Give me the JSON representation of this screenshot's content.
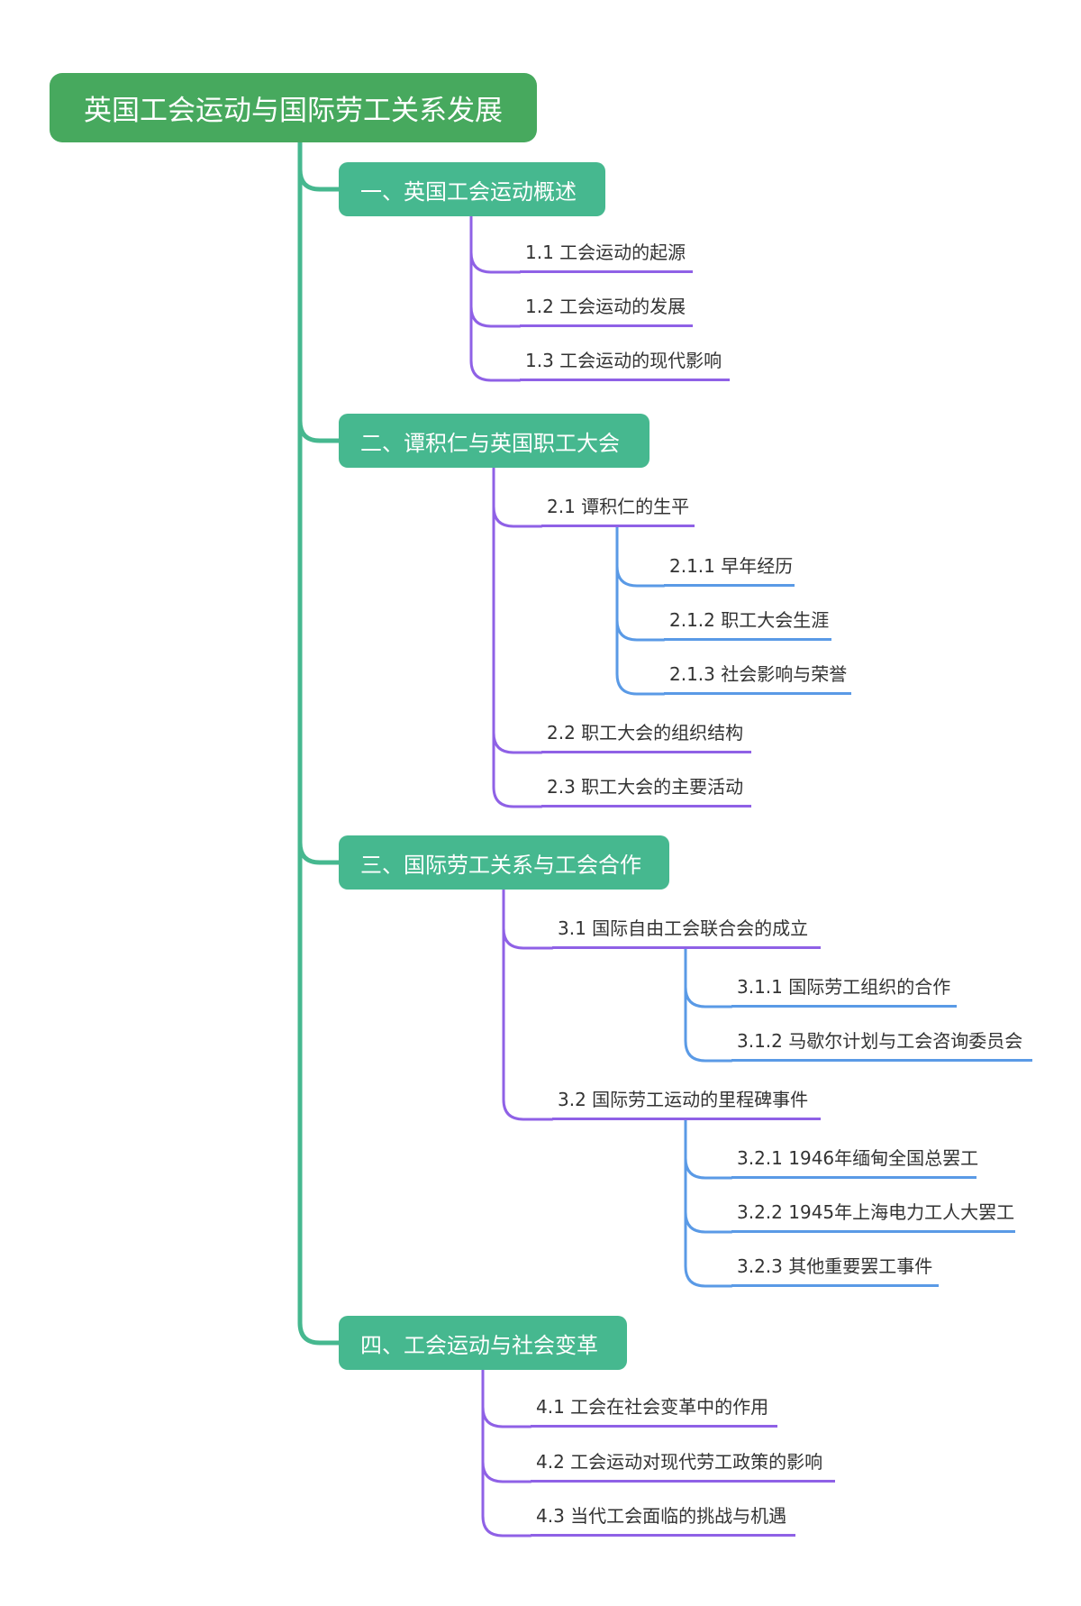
{
  "root": {
    "label": "英国工会运动与国际劳工关系发展"
  },
  "sections": [
    {
      "label": "一、英国工会运动概述",
      "children": [
        {
          "label": "1.1 工会运动的起源"
        },
        {
          "label": "1.2 工会运动的发展"
        },
        {
          "label": "1.3 工会运动的现代影响"
        }
      ]
    },
    {
      "label": "二、谭积仁与英国职工大会",
      "children": [
        {
          "label": "2.1 谭积仁的生平",
          "children": [
            {
              "label": "2.1.1 早年经历"
            },
            {
              "label": "2.1.2 职工大会生涯"
            },
            {
              "label": "2.1.3 社会影响与荣誉"
            }
          ]
        },
        {
          "label": "2.2 职工大会的组织结构"
        },
        {
          "label": "2.3 职工大会的主要活动"
        }
      ]
    },
    {
      "label": "三、国际劳工关系与工会合作",
      "children": [
        {
          "label": "3.1 国际自由工会联合会的成立",
          "children": [
            {
              "label": "3.1.1 国际劳工组织的合作"
            },
            {
              "label": "3.1.2 马歇尔计划与工会咨询委员会"
            }
          ]
        },
        {
          "label": "3.2 国际劳工运动的里程碑事件",
          "children": [
            {
              "label": "3.2.1 1946年缅甸全国总罢工"
            },
            {
              "label": "3.2.2 1945年上海电力工人大罢工"
            },
            {
              "label": "3.2.3 其他重要罢工事件"
            }
          ]
        }
      ]
    },
    {
      "label": "四、工会运动与社会变革",
      "children": [
        {
          "label": "4.1 工会在社会变革中的作用"
        },
        {
          "label": "4.2 工会运动对现代劳工政策的影响"
        },
        {
          "label": "4.3 当代工会面临的挑战与机遇"
        }
      ]
    }
  ],
  "colors": {
    "root_fill": "#47a95e",
    "section_fill": "#46b88f",
    "trunk_connector": "#46b88f",
    "level2_connector": "#8f61e6",
    "level3_connector": "#5a9ae6"
  }
}
